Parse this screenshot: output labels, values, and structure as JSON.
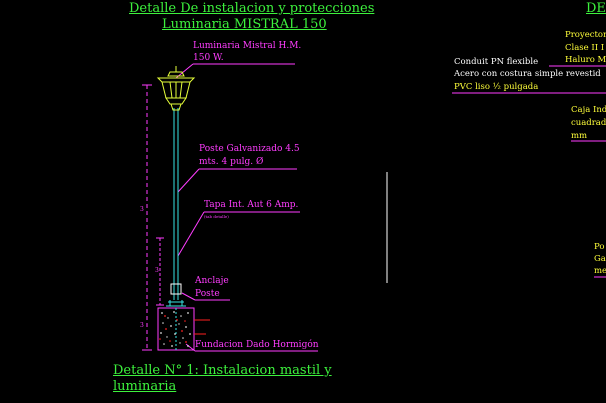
{
  "titles": {
    "main_line1": "Detalle De instalacion y protecciones",
    "main_line2": "Luminaria MISTRAL 150",
    "right_fragment": "DE",
    "detail_line1": "Detalle N° 1:  Instalacion mastil y",
    "detail_line2": "luminaria"
  },
  "labels": {
    "luminaria_1": "Luminaria Mistral H.M.",
    "luminaria_2": "150 W.",
    "poste_1": "Poste Galvanizado 4.5",
    "poste_2": "mts. 4 pulg.  Ø",
    "tapa": "Tapa Int. Aut 6 Amp.",
    "tapa_small": "(tab detalle)",
    "anclaje_1": "Anclaje",
    "anclaje_2": "Poste",
    "fundacion": "Fundacion Dado Hormigón"
  },
  "right_labels": {
    "proyector": "Proyector",
    "clase": "Clase II I",
    "haluro": "Haluro M",
    "conduit": "Conduit PN flexible",
    "acero": "Acero con costura simple revestid",
    "pvc": "PVC liso ½ pulgada",
    "caja_1": "Caja Ind",
    "caja_2": "cuadrad",
    "caja_3": "mm",
    "po": "Po",
    "ga": "Ga",
    "me": "me"
  },
  "dimensions": {
    "d1": "3",
    "d2": "3",
    "d3": "3"
  },
  "colors": {
    "background": "#000000",
    "green": "#3df23d",
    "magenta": "#ff3dff",
    "yellow": "#ffff3a",
    "cyan": "#37e3e3",
    "red": "#ff2020"
  }
}
